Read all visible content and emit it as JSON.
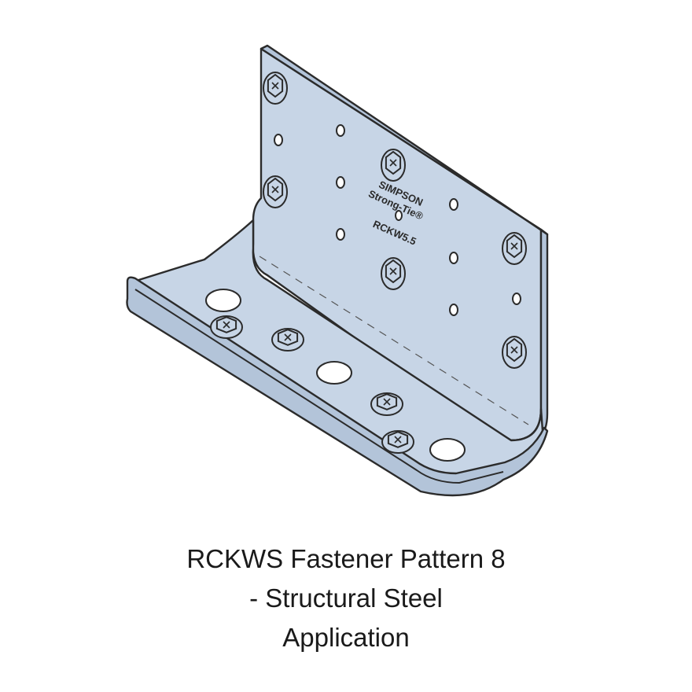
{
  "caption": {
    "line1": "RCKWS Fastener Pattern 8",
    "line2": "- Structural Steel",
    "line3": "Application"
  },
  "stamp": {
    "brand_line1": "SIMPSON",
    "brand_line2": "Strong-Tie®",
    "model": "RCKW5.5"
  },
  "colors": {
    "plate": "#c7d5e6",
    "edge": "#b3c4d9",
    "outline": "#2b2b2b"
  },
  "icons": {
    "bolt": "hex-head-screw-icon",
    "hole": "round-hole-icon"
  }
}
